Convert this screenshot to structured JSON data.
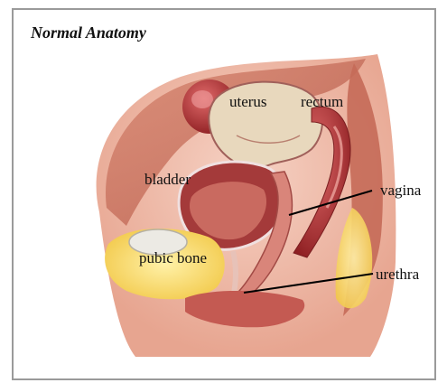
{
  "figure": {
    "title": "Normal Anatomy",
    "labels": {
      "uterus": "uterus",
      "rectum": "rectum",
      "bladder": "bladder",
      "vagina": "vagina",
      "pubic_bone": "pubic bone",
      "urethra": "urethra"
    }
  }
}
